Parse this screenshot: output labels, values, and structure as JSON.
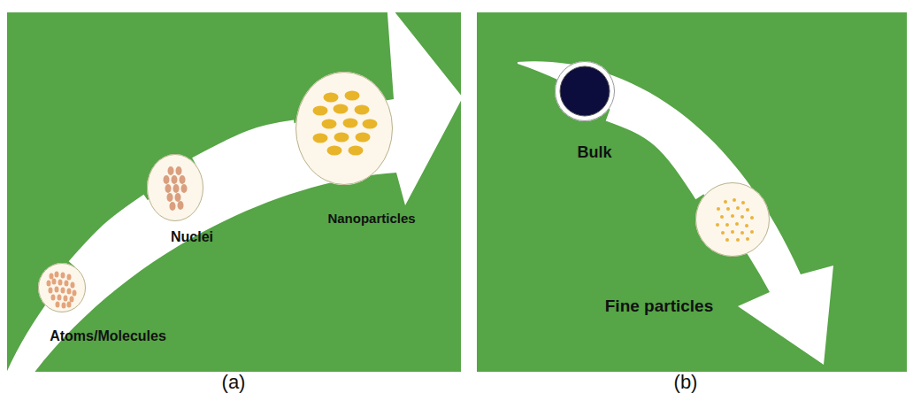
{
  "diagram": {
    "nodes": [
      {
        "text": [
          "Atoms/Molecules"
        ]
      },
      {
        "text": [
          "Nuclei"
        ]
      },
      {
        "text": [
          "Nanoparticles"
        ]
      },
      {
        "text": [
          "Bulk"
        ]
      },
      {
        "text": [
          "Fine particles"
        ]
      }
    ],
    "edges": [
      {
        "from": 0,
        "to": 1,
        "arrow": "none"
      },
      {
        "from": 1,
        "to": 2,
        "arrow": "none"
      },
      {
        "from": 3,
        "to": 4,
        "arrow": "none"
      }
    ],
    "labels": [
      "(a)",
      "(b)"
    ]
  }
}
